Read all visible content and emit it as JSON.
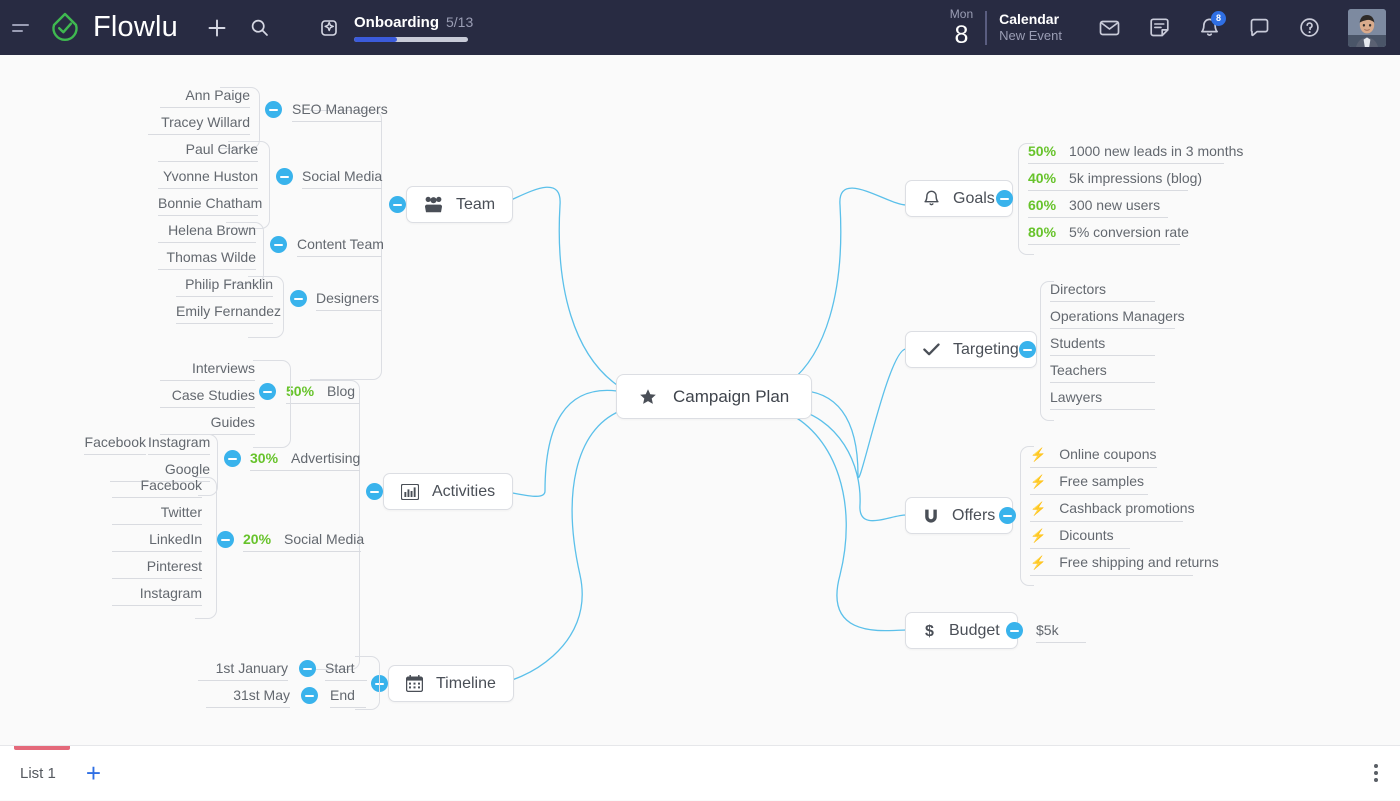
{
  "topbar": {
    "menu_icon": "hamburger-icon",
    "brand": "Flowlu",
    "add_icon": "plus-icon",
    "search_icon": "search-icon",
    "quickstart_icon": "magic-star-icon",
    "onboarding": {
      "title": "Onboarding",
      "count": "5/13",
      "progress_percent": 38
    },
    "calendar": {
      "dow": "Mon",
      "day": "8",
      "title": "Calendar",
      "subtitle": "New Event"
    },
    "actions": [
      {
        "name": "mail-icon",
        "badge": null
      },
      {
        "name": "notes-icon",
        "badge": null
      },
      {
        "name": "bell-icon",
        "badge": "8"
      },
      {
        "name": "chat-icon",
        "badge": null
      },
      {
        "name": "help-icon",
        "badge": null
      }
    ],
    "avatar": "user-avatar",
    "bg_color": "#282b42",
    "badge_color": "#2f6fe4",
    "progress_color": "#3b5bdb",
    "logo_color": "#3fb950"
  },
  "mindmap": {
    "root": {
      "label": "Campaign Plan",
      "icon": "star-icon"
    },
    "link_color": "#5bc0ea",
    "toggle_color": "#39b3ec",
    "percent_color": "#67c32b",
    "branches": [
      {
        "label": "Team",
        "icon": "users-icon",
        "groups": [
          {
            "label": "SEO Managers",
            "leaves": [
              "Ann Paige",
              "Tracey  Willard"
            ]
          },
          {
            "label": "Social Media",
            "leaves": [
              "Paul Clarke",
              "Yvonne Huston",
              "Bonnie Chatham"
            ]
          },
          {
            "label": "Content Team",
            "leaves": [
              "Helena Brown",
              "Thomas Wilde"
            ]
          },
          {
            "label": "Designers",
            "leaves": [
              "Philip Franklin",
              "Emily Fernandez"
            ]
          }
        ]
      },
      {
        "label": "Activities",
        "icon": "bar-chart-icon",
        "groups": [
          {
            "label": "Blog",
            "percent": "50%",
            "leaves": [
              "Interviews",
              "Case Studies",
              "Guides"
            ]
          },
          {
            "label": "Advertising",
            "percent": "30%",
            "leaves": [
              "Facebook",
              "Instagram",
              "Google"
            ]
          },
          {
            "label": "Social Media",
            "percent": "20%",
            "leaves": [
              "Facebook",
              "Twitter",
              "LinkedIn",
              "Pinterest",
              "Instagram"
            ]
          }
        ]
      },
      {
        "label": "Timeline",
        "icon": "calendar-icon",
        "groups": [
          {
            "label": "Start",
            "leaves": [
              "1st January"
            ]
          },
          {
            "label": "End",
            "leaves": [
              "31st May"
            ]
          }
        ]
      },
      {
        "label": "Goals",
        "icon": "bell-icon",
        "leaves": [
          {
            "percent": "50%",
            "label": "1000 new leads in 3 months"
          },
          {
            "percent": "40%",
            "label": "5k impressions (blog)"
          },
          {
            "percent": "60%",
            "label": "300 new users"
          },
          {
            "percent": "80%",
            "label": "5% conversion rate"
          }
        ]
      },
      {
        "label": "Targeting",
        "icon": "check-icon",
        "leaves": [
          {
            "label": "Directors"
          },
          {
            "label": "Operations Managers"
          },
          {
            "label": "Students"
          },
          {
            "label": "Teachers"
          },
          {
            "label": "Lawyers"
          }
        ]
      },
      {
        "label": "Offers",
        "icon": "magnet-icon",
        "leaves": [
          {
            "bolt": "#f2c13c",
            "label": "Online coupons"
          },
          {
            "bolt": "#3fa83f",
            "label": "Free samples"
          },
          {
            "bolt": "#2b36c8",
            "label": "Cashback promotions"
          },
          {
            "bolt": "#f2c13c",
            "label": "Dicounts"
          },
          {
            "bolt": "#3fa83f",
            "label": "Free shipping and returns"
          }
        ]
      },
      {
        "label": "Budget",
        "icon": "dollar-icon",
        "leaves": [
          {
            "label": "$5k"
          }
        ]
      }
    ]
  },
  "bottombar": {
    "tab_label": "List 1",
    "add_label": "+",
    "more_icon": "more-vertical-icon",
    "active_color": "#e4697a"
  }
}
